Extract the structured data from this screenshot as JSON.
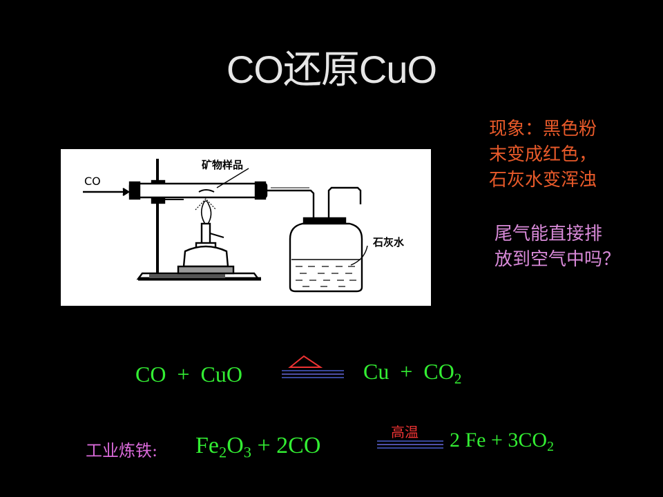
{
  "slide": {
    "title": "CO还原CuO",
    "phenomenon_lines": [
      "现象：黑色粉",
      "末变成红色，",
      "石灰水变浑浊"
    ],
    "question_lines": [
      "尾气能直接排",
      "放到空气中吗？"
    ]
  },
  "figure": {
    "label_gas": "CO",
    "label_sample": "矿物样品",
    "label_limewater": "石灰水"
  },
  "equation1": {
    "left": "CO  +  CuO",
    "right_main": "Cu  +  CO",
    "right_sub": "2"
  },
  "equation2": {
    "label": "工业炼铁:",
    "left_parts": [
      "Fe",
      "2",
      "O",
      "3",
      " + 2CO"
    ],
    "condition": "高温",
    "right_main": "2 Fe + 3CO",
    "right_sub": "2"
  },
  "colors": {
    "background": "#000000",
    "title": "#e6e6e6",
    "phenomenon": "#e85a2a",
    "question": "#d98ad9",
    "equation": "#33ee33",
    "condition": "#ee3333",
    "arrow_lines": "#4a5fd0"
  }
}
